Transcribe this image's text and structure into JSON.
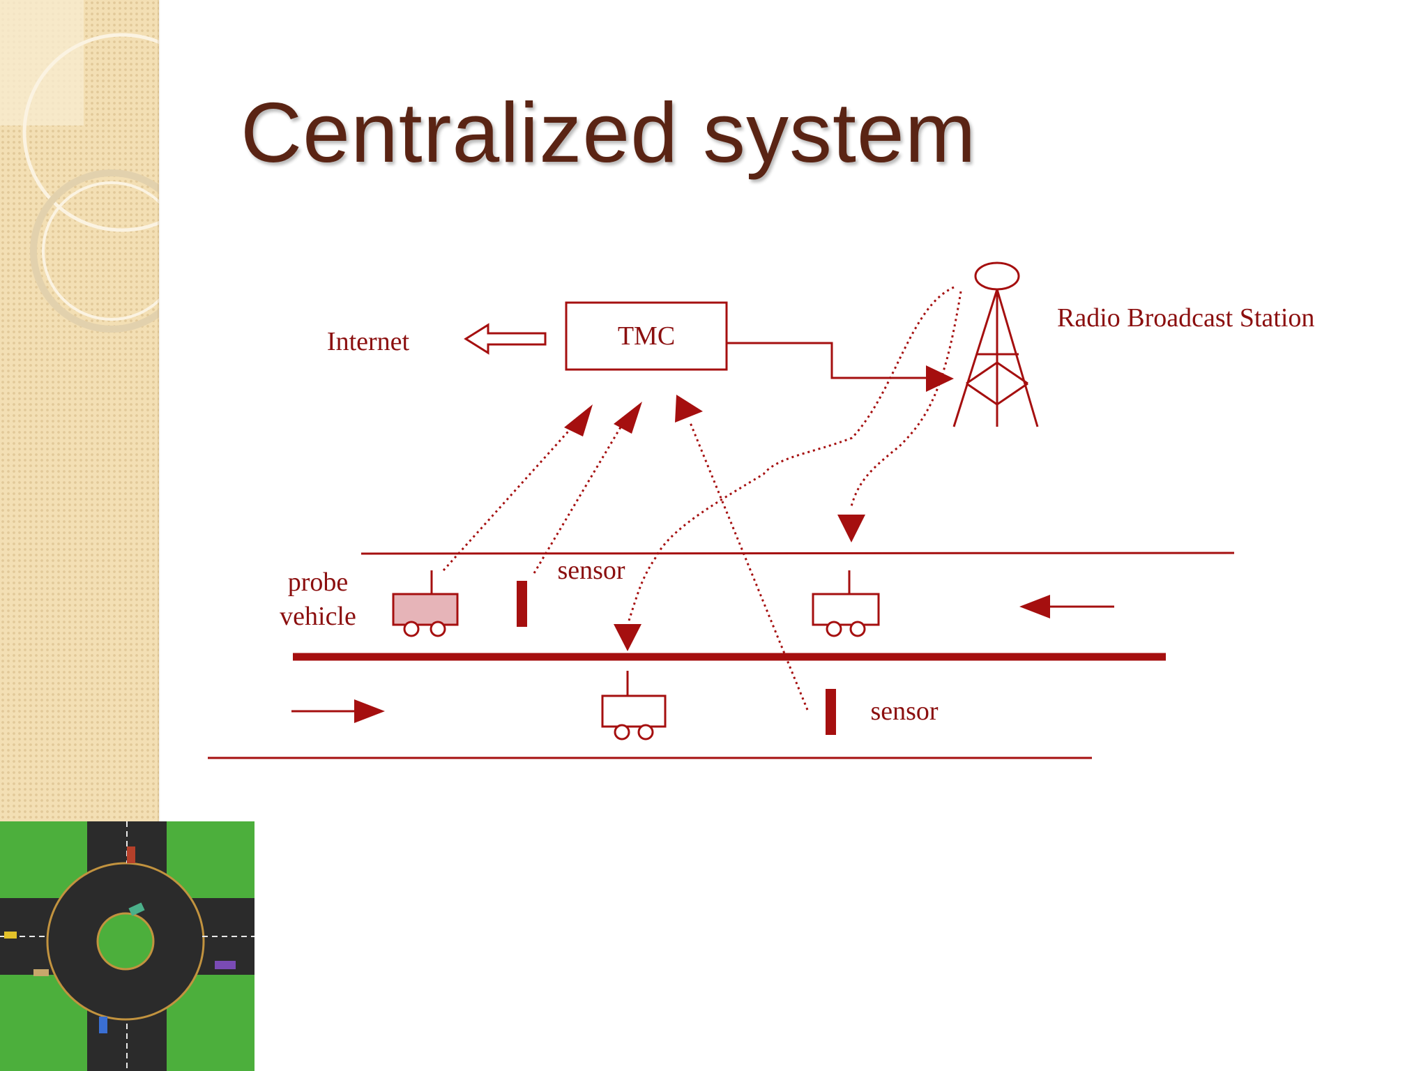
{
  "slide": {
    "title": "Centralized system"
  },
  "diagram": {
    "tmc_label": "TMC",
    "internet_label": "Internet",
    "radio_station_label": "Radio Broadcast Station",
    "probe_vehicle_label_line1": "probe",
    "probe_vehicle_label_line2": "vehicle",
    "sensor_label_top": "sensor",
    "sensor_label_bottom": "sensor"
  },
  "colors": {
    "accent": "#a50f0f",
    "title": "#5a2414",
    "sidebar": "#f3dfb4",
    "grass": "#4caf3c",
    "road": "#2b2b2b"
  }
}
